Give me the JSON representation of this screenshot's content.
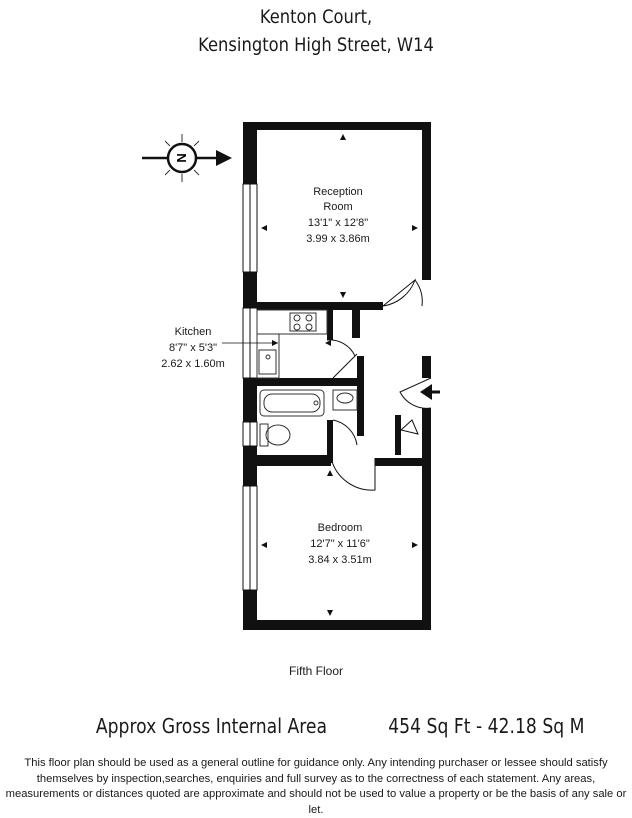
{
  "header": {
    "line1": "Kenton Court,",
    "line2": "Kensington High Street, W14"
  },
  "compass": {
    "label": "N"
  },
  "rooms": {
    "reception": {
      "name_line1": "Reception",
      "name_line2": "Room",
      "imperial": "13'1\" x 12'8\"",
      "metric": "3.99 x 3.86m"
    },
    "kitchen": {
      "name": "Kitchen",
      "imperial": "8'7\" x 5'3\"",
      "metric": "2.62 x 1.60m"
    },
    "bedroom": {
      "name": "Bedroom",
      "imperial": "12'7\" x 11'6\"",
      "metric": "3.84 x 3.51m"
    }
  },
  "floor_label": "Fifth Floor",
  "area": {
    "label": "Approx Gross Internal Area",
    "value": "454 Sq Ft  -  42.18 Sq M"
  },
  "disclaimer": "This floor plan should be used as a general outline for guidance only. Any intending purchaser or lessee should satisfy themselves by inspection,searches, enquiries and full survey as to the correctness of each statement. Any areas, measurements or distances quoted are approximate and should not be used to value a property or be the basis of any sale or let."
}
